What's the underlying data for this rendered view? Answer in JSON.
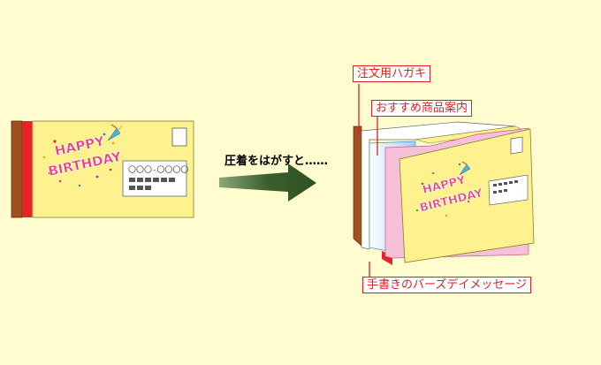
{
  "left_card": {
    "greeting_line1": "HAPPY",
    "greeting_line2": "BIRTHDAY",
    "postal_code": "〇〇〇-〇〇〇〇"
  },
  "arrow": {
    "caption": "圧着をはがすと……"
  },
  "right_card": {
    "greeting_line1": "HAPPY",
    "greeting_line2": "BIRTHDAY"
  },
  "labels": {
    "order_postcard": "注文用ハガキ",
    "product_guide": "おすすめ商品案内",
    "handwritten_message": "手書きのバーズデイメッセージ"
  },
  "colors": {
    "background": "#fffdd0",
    "card": "#fdf28e",
    "accent_red": "#e8212b",
    "spine_brown": "#a0501e",
    "arrow_green": "#3a5f2b",
    "label_red": "#e02020"
  }
}
